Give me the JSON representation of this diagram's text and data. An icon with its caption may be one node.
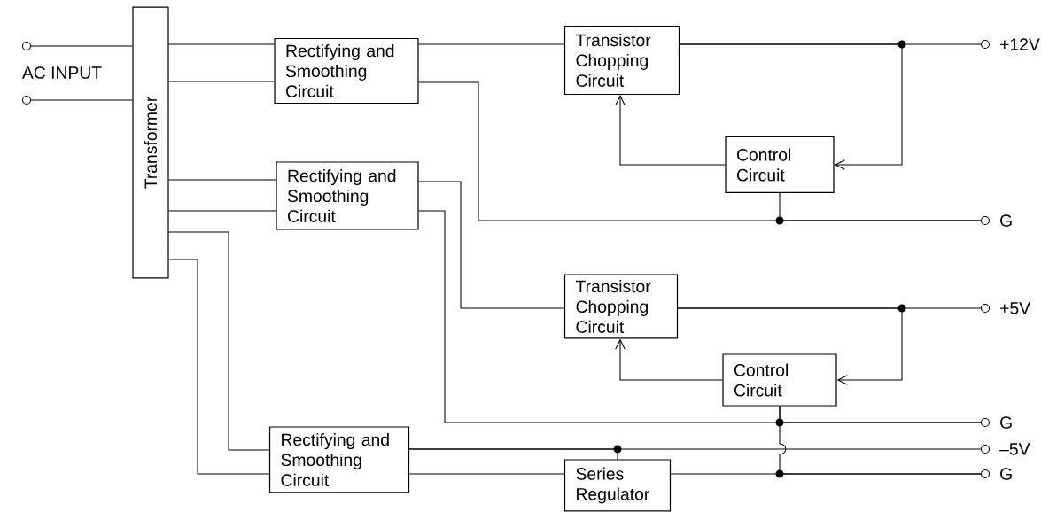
{
  "diagram": {
    "nodes": [
      {
        "text": [],
        "shape": "circle"
      },
      {
        "text": [],
        "shape": "circle"
      },
      {
        "text": [
          "Transformer"
        ]
      },
      {
        "text": [
          "Rectifying and Smoothing Circuit"
        ]
      },
      {
        "text": [
          "Rectifying and Smoothing Circuit"
        ]
      },
      {
        "text": [
          "Rectifying and Smoothing Circuit"
        ]
      },
      {
        "text": [
          "Transistor Chopping Circuit"
        ]
      },
      {
        "text": [
          "Control Circuit"
        ]
      },
      {
        "text": [
          "Transistor Chopping Circuit"
        ]
      },
      {
        "text": [
          "Control Circuit"
        ]
      },
      {
        "text": [
          "Series Regulator"
        ]
      },
      {
        "text": [],
        "shape": "circle",
        "beside": [
          "+12V"
        ]
      },
      {
        "text": [],
        "shape": "circle",
        "beside": [
          "G"
        ]
      },
      {
        "text": [],
        "shape": "circle",
        "beside": [
          "+5V"
        ]
      },
      {
        "text": [],
        "shape": "circle",
        "beside": [
          "G"
        ]
      },
      {
        "text": [],
        "shape": "circle",
        "beside": [
          "–5V"
        ]
      },
      {
        "text": [],
        "shape": "circle",
        "beside": [
          "G"
        ]
      }
    ],
    "edges": [
      {
        "from": 0,
        "to": 2,
        "arrow": "none"
      },
      {
        "from": 1,
        "to": 2,
        "arrow": "none"
      },
      {
        "from": 2,
        "to": 3,
        "arrow": "none"
      },
      {
        "from": 2,
        "to": 3,
        "arrow": "none"
      },
      {
        "from": 2,
        "to": 4,
        "arrow": "none"
      },
      {
        "from": 2,
        "to": 4,
        "arrow": "none"
      },
      {
        "from": 2,
        "to": 5,
        "arrow": "none"
      },
      {
        "from": 2,
        "to": 5,
        "arrow": "none"
      },
      {
        "from": 3,
        "to": 6,
        "arrow": "none"
      },
      {
        "from": 3,
        "to": 12,
        "arrow": "none"
      },
      {
        "from": 6,
        "to": 11,
        "arrow": "none"
      },
      {
        "from": 6,
        "to": 7,
        "arrow": "to"
      },
      {
        "from": 7,
        "to": 6,
        "arrow": "to"
      },
      {
        "from": 7,
        "to": 12,
        "arrow": "none"
      },
      {
        "from": 4,
        "to": 8,
        "arrow": "none"
      },
      {
        "from": 4,
        "to": 14,
        "arrow": "none"
      },
      {
        "from": 8,
        "to": 13,
        "arrow": "none"
      },
      {
        "from": 8,
        "to": 9,
        "arrow": "to"
      },
      {
        "from": 9,
        "to": 8,
        "arrow": "to"
      },
      {
        "from": 9,
        "to": 14,
        "arrow": "none"
      },
      {
        "from": 9,
        "to": 16,
        "arrow": "none"
      },
      {
        "from": 5,
        "to": 15,
        "arrow": "none"
      },
      {
        "from": 5,
        "to": 10,
        "arrow": "none"
      },
      {
        "from": 5,
        "to": 10,
        "arrow": "none"
      },
      {
        "from": 10,
        "to": 16,
        "arrow": "none"
      }
    ],
    "labels": [
      "AC INPUT"
    ]
  }
}
